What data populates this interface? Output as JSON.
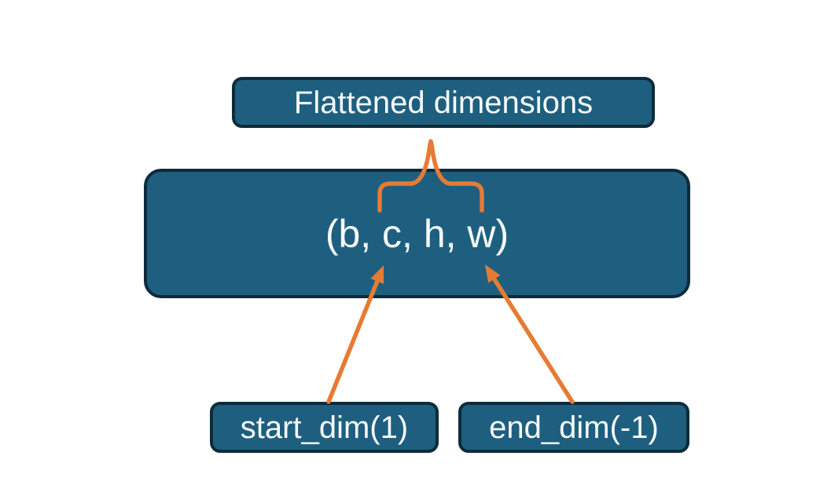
{
  "diagram": {
    "title_box": {
      "label": "Flattened dimensions"
    },
    "main_box": {
      "label": "(b, c, h, w)"
    },
    "start_box": {
      "label": "start_dim(1)"
    },
    "end_box": {
      "label": "end_dim(-1)"
    }
  },
  "colors": {
    "background": "#FFFFFF",
    "box_fill": "#1E5F80",
    "box_border": "#0D2B3B",
    "accent": "#E67B33",
    "text": "#F7FAFB"
  }
}
